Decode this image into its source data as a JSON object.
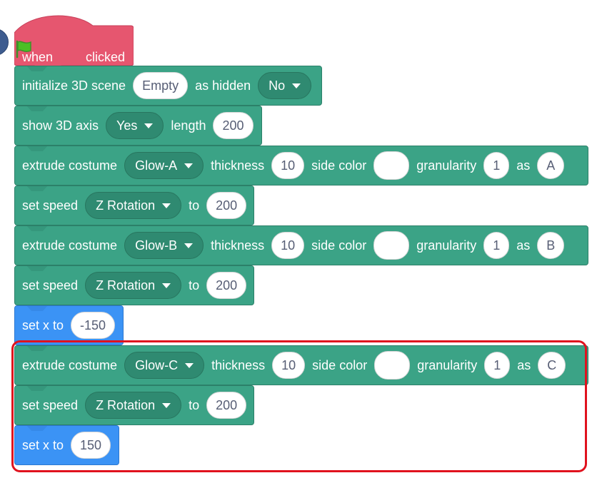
{
  "script": {
    "hat": {
      "when": "when",
      "flag_icon": "green-flag-icon",
      "clicked": "clicked",
      "color": "#e6566f"
    },
    "init": {
      "label": "initialize 3D scene",
      "scene": "Empty",
      "as_hidden": "as hidden",
      "hidden_value": "No"
    },
    "axis": {
      "label": "show 3D axis",
      "value": "Yes",
      "length_label": "length",
      "length": "200"
    },
    "extrude_a": {
      "label": "extrude costume",
      "costume": "Glow-A",
      "thickness_label": "thickness",
      "thickness": "10",
      "side_color_label": "side color",
      "granularity_label": "granularity",
      "granularity": "1",
      "as_label": "as",
      "name": "A"
    },
    "speed_1": {
      "label": "set speed",
      "mode": "Z Rotation",
      "to_label": "to",
      "value": "200"
    },
    "extrude_b": {
      "label": "extrude costume",
      "costume": "Glow-B",
      "thickness_label": "thickness",
      "thickness": "10",
      "side_color_label": "side color",
      "granularity_label": "granularity",
      "granularity": "1",
      "as_label": "as",
      "name": "B"
    },
    "speed_2": {
      "label": "set speed",
      "mode": "Z Rotation",
      "to_label": "to",
      "value": "200"
    },
    "setx_1": {
      "label": "set x to",
      "value": "-150"
    },
    "extrude_c": {
      "label": "extrude costume",
      "costume": "Glow-C",
      "thickness_label": "thickness",
      "thickness": "10",
      "side_color_label": "side color",
      "granularity_label": "granularity",
      "granularity": "1",
      "as_label": "as",
      "name": "C"
    },
    "speed_3": {
      "label": "set speed",
      "mode": "Z Rotation",
      "to_label": "to",
      "value": "200"
    },
    "setx_2": {
      "label": "set x to",
      "value": "150"
    }
  },
  "colors": {
    "extension_block": "#3ba386",
    "motion_block": "#3b93f5",
    "highlight": "#e0121e"
  }
}
